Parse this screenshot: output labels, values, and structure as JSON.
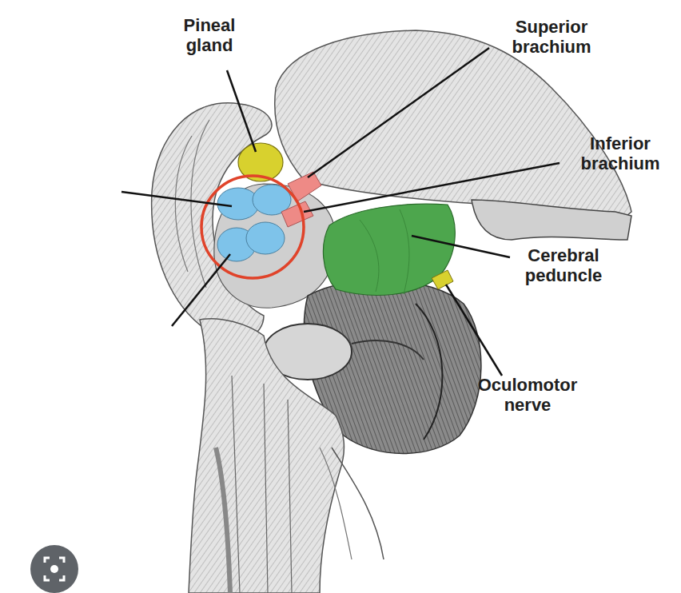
{
  "diagram": {
    "labels": [
      "Pineal gland",
      "Superior brachium",
      "Inferior brachium",
      "Cerebral peduncle",
      "Oculomotor nerve"
    ]
  }
}
